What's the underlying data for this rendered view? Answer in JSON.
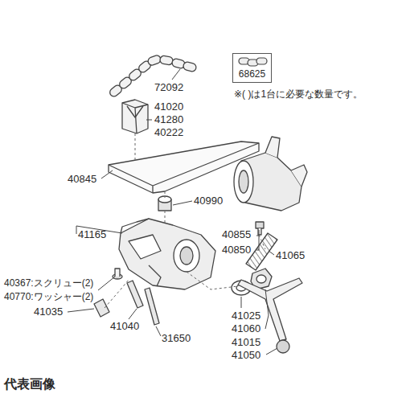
{
  "diagram": {
    "nodes": [
      {
        "text": [
          "68625"
        ]
      }
    ],
    "labels": [
      "72092",
      "※( )は1台に必要な数量です。",
      "41020",
      "41280",
      "40222",
      "40845",
      "40990",
      "40855",
      "40850",
      "41165",
      "41065",
      "40367:スクリュー(2)",
      "40770:ワッシャー(2)",
      "41035",
      "41040",
      "31650",
      "41025",
      "41060",
      "41015",
      "41050",
      "代表画像"
    ]
  }
}
